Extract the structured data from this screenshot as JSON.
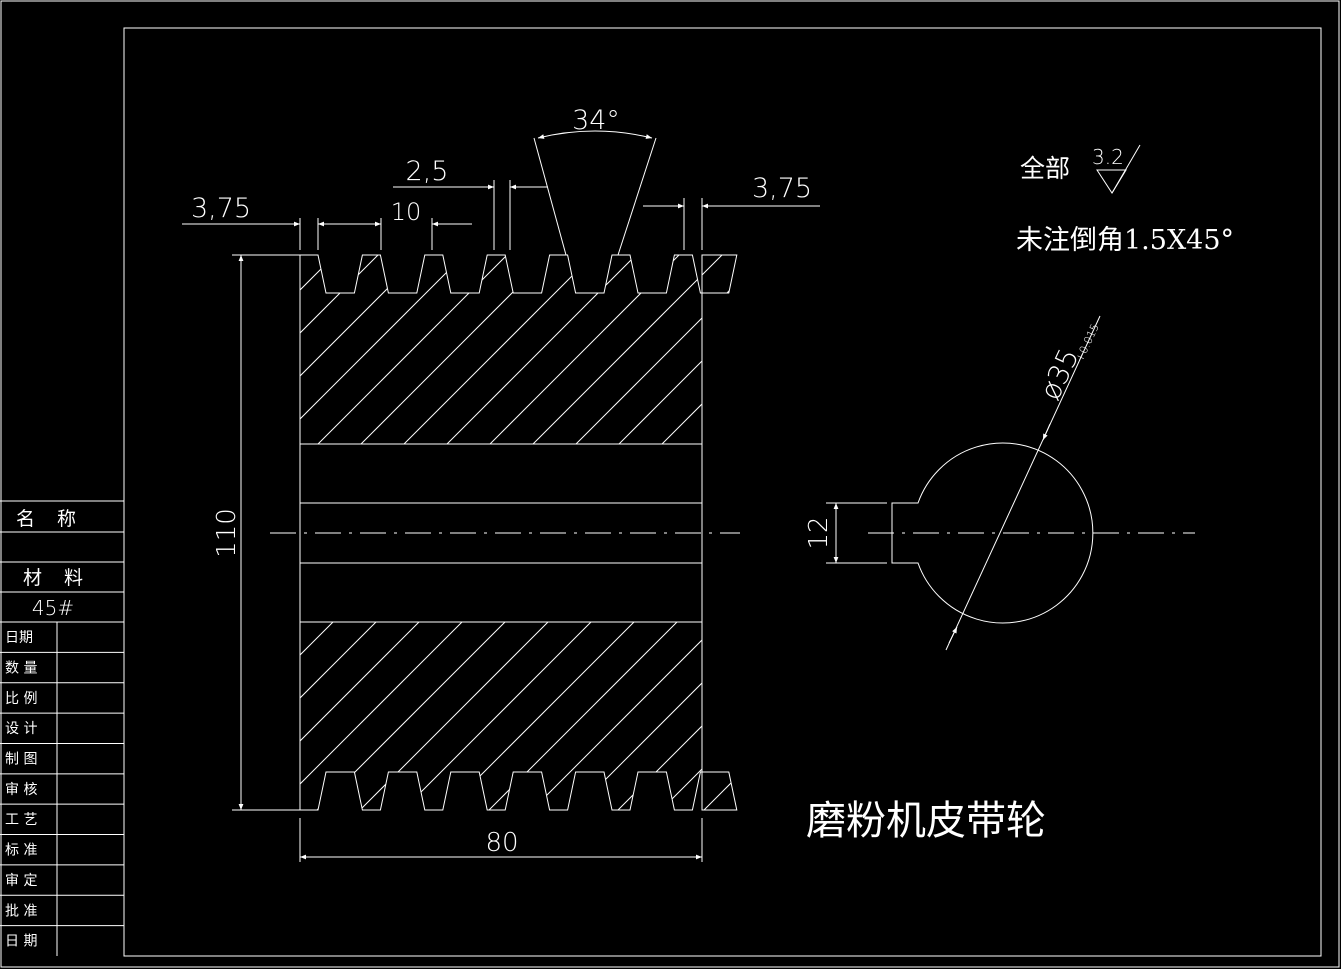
{
  "title_block": {
    "name_label": "名 称",
    "material_label": "材 料",
    "material_value": "45#",
    "rows": [
      "日期",
      "数 量",
      "比 例",
      "设 计",
      "制 图",
      "审 核",
      "工 艺",
      "标 准",
      "审 定",
      "批 准",
      "日 期"
    ]
  },
  "notes": {
    "roughness_prefix": "全部",
    "roughness_value": "3.2",
    "chamfer_note": "未注倒角1.5X45°",
    "part_title": "磨粉机皮带轮"
  },
  "dimensions": {
    "left_edge": "3,75",
    "pitch": "10",
    "groove_top": "2,5",
    "groove_angle": "34°",
    "right_edge": "3,75",
    "diameter": "110",
    "width": "80",
    "key_width": "12",
    "bore": "ø35",
    "bore_tol": "+0.015"
  }
}
